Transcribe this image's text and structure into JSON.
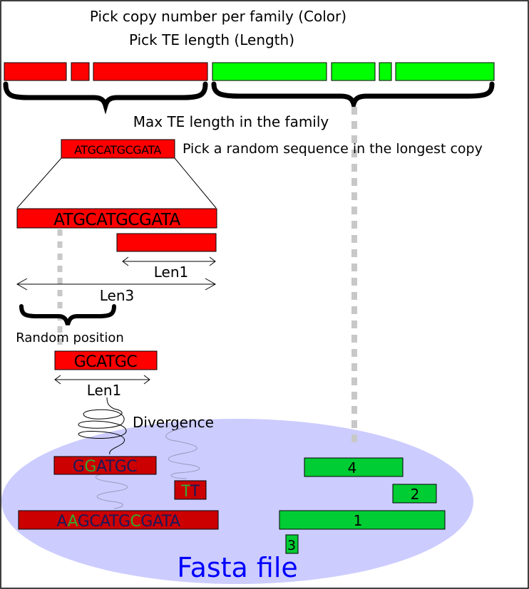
{
  "labels": {
    "pick_copy_number": "Pick copy number per family (Color)",
    "pick_te_length": "Pick TE length (Length)",
    "max_te_length": "Max TE length in the family",
    "pick_random_sequence": "Pick a random sequence in the longest copy",
    "len1_a": "Len1",
    "len3": "Len3",
    "random_position": "Random position",
    "len1_b": "Len1",
    "divergence": "Divergence",
    "fasta_file": "Fasta file"
  },
  "sequences": {
    "small_seq": "ATGCATGCGATA",
    "big_seq": "ATGCATGCGATA",
    "fragment": "GCATGC",
    "mutated_fragment": {
      "parts": [
        "G",
        "G",
        "ATGC"
      ]
    },
    "tt_fragment": {
      "parts": [
        "T",
        "T"
      ]
    },
    "mutated_full": {
      "parts": [
        "A",
        "A",
        "GCATG",
        "C",
        "GATA"
      ]
    }
  },
  "copies": [
    {
      "label": "4"
    },
    {
      "label": "2"
    },
    {
      "label": "1"
    },
    {
      "label": "3"
    }
  ],
  "colors": {
    "red": "#ff0000",
    "dark_red": "#cc0000",
    "green": "#00ff00",
    "mid_green": "#00cc33",
    "ellipse": "#ccccff",
    "fasta_text": "#0000ff",
    "mutation_green": "#33aa33",
    "mutation_navy": "#1a1a5a"
  }
}
